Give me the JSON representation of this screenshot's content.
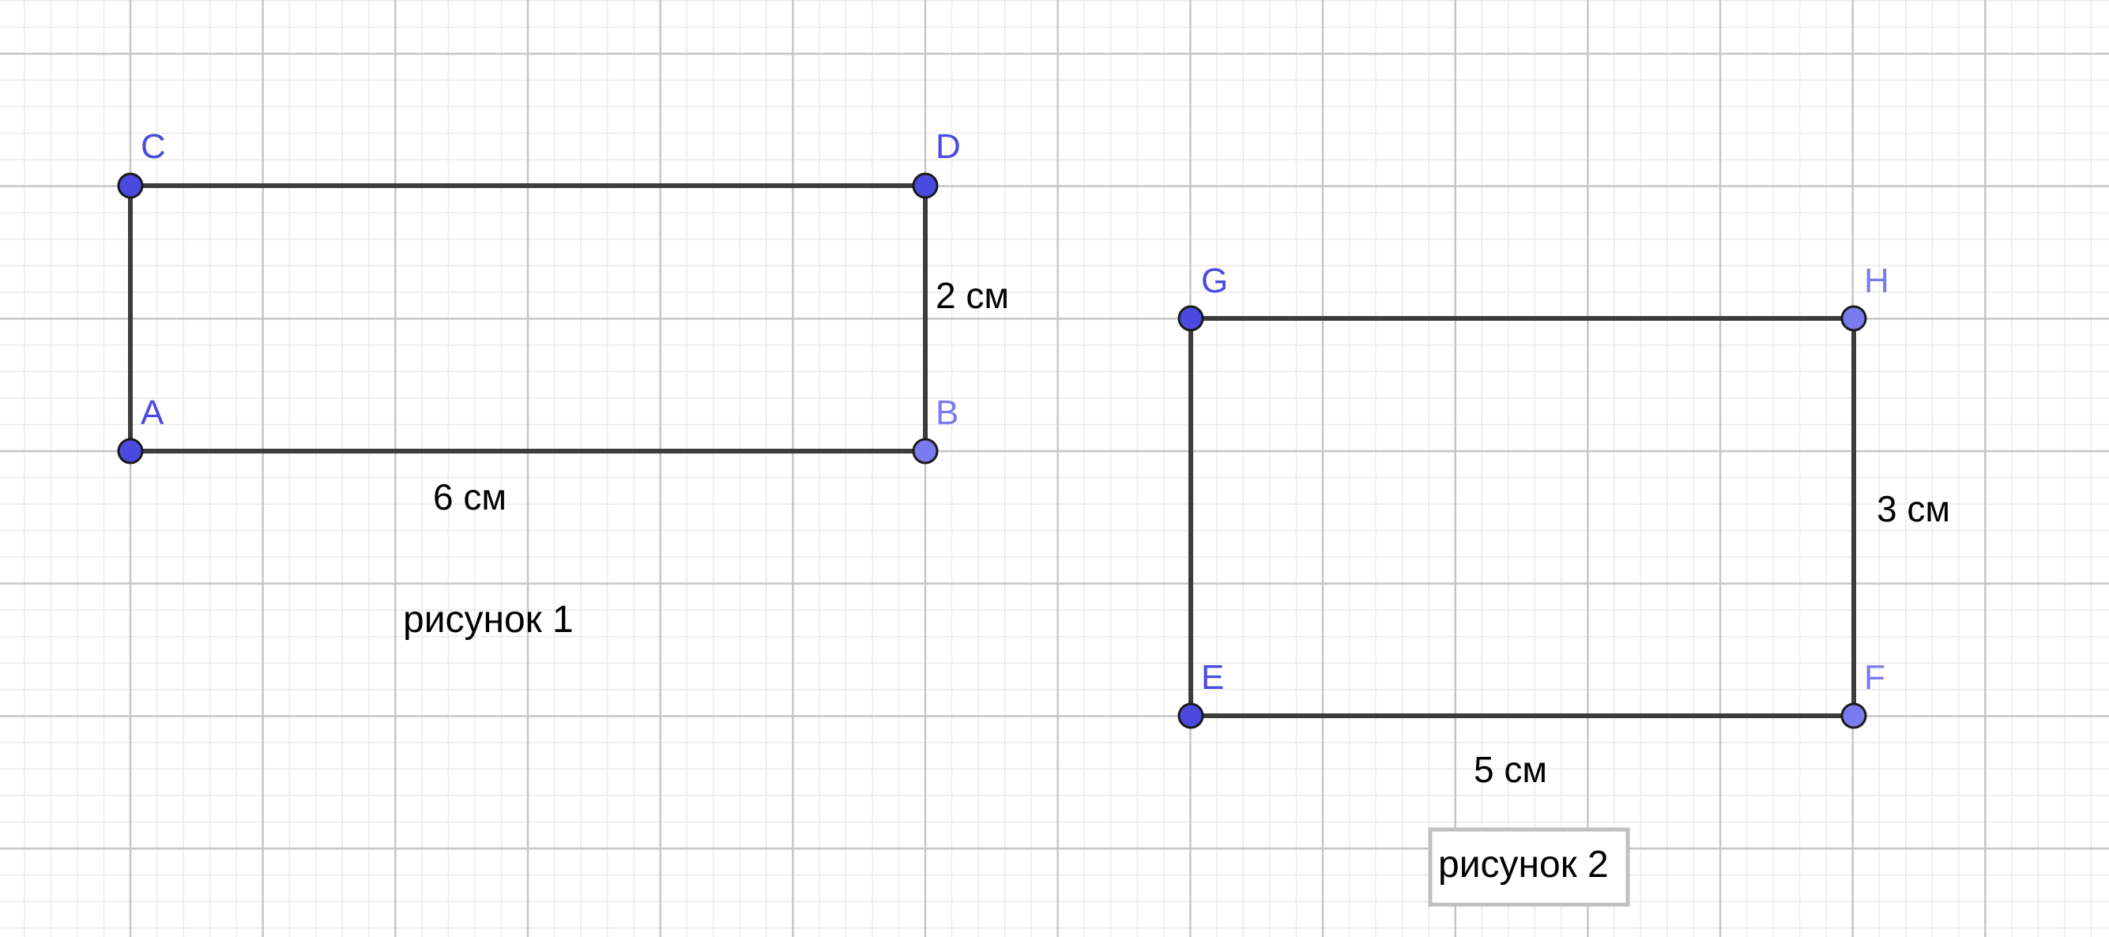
{
  "colors": {
    "background": "#ffffff",
    "grid_minor": "#ebebeb",
    "grid_major": "#c6c6c6",
    "edge": "#3c3c3c",
    "point_free": "#4a4ae0",
    "point_dependent": "#7b7bf0",
    "point_stroke": "#1a1a1a",
    "caption_box_border": "#c0c0c0"
  },
  "figure1": {
    "points": {
      "A": {
        "label": "A",
        "kind": "free"
      },
      "B": {
        "label": "B",
        "kind": "dependent"
      },
      "C": {
        "label": "C",
        "kind": "free"
      },
      "D": {
        "label": "D",
        "kind": "free"
      }
    },
    "width_label": "6 см",
    "height_label": "2 см",
    "caption": "рисунок 1"
  },
  "figure2": {
    "points": {
      "E": {
        "label": "E",
        "kind": "free"
      },
      "F": {
        "label": "F",
        "kind": "dependent"
      },
      "G": {
        "label": "G",
        "kind": "free"
      },
      "H": {
        "label": "H",
        "kind": "dependent"
      }
    },
    "width_label": "5 см",
    "height_label": "3 см",
    "caption": "рисунок 2"
  }
}
